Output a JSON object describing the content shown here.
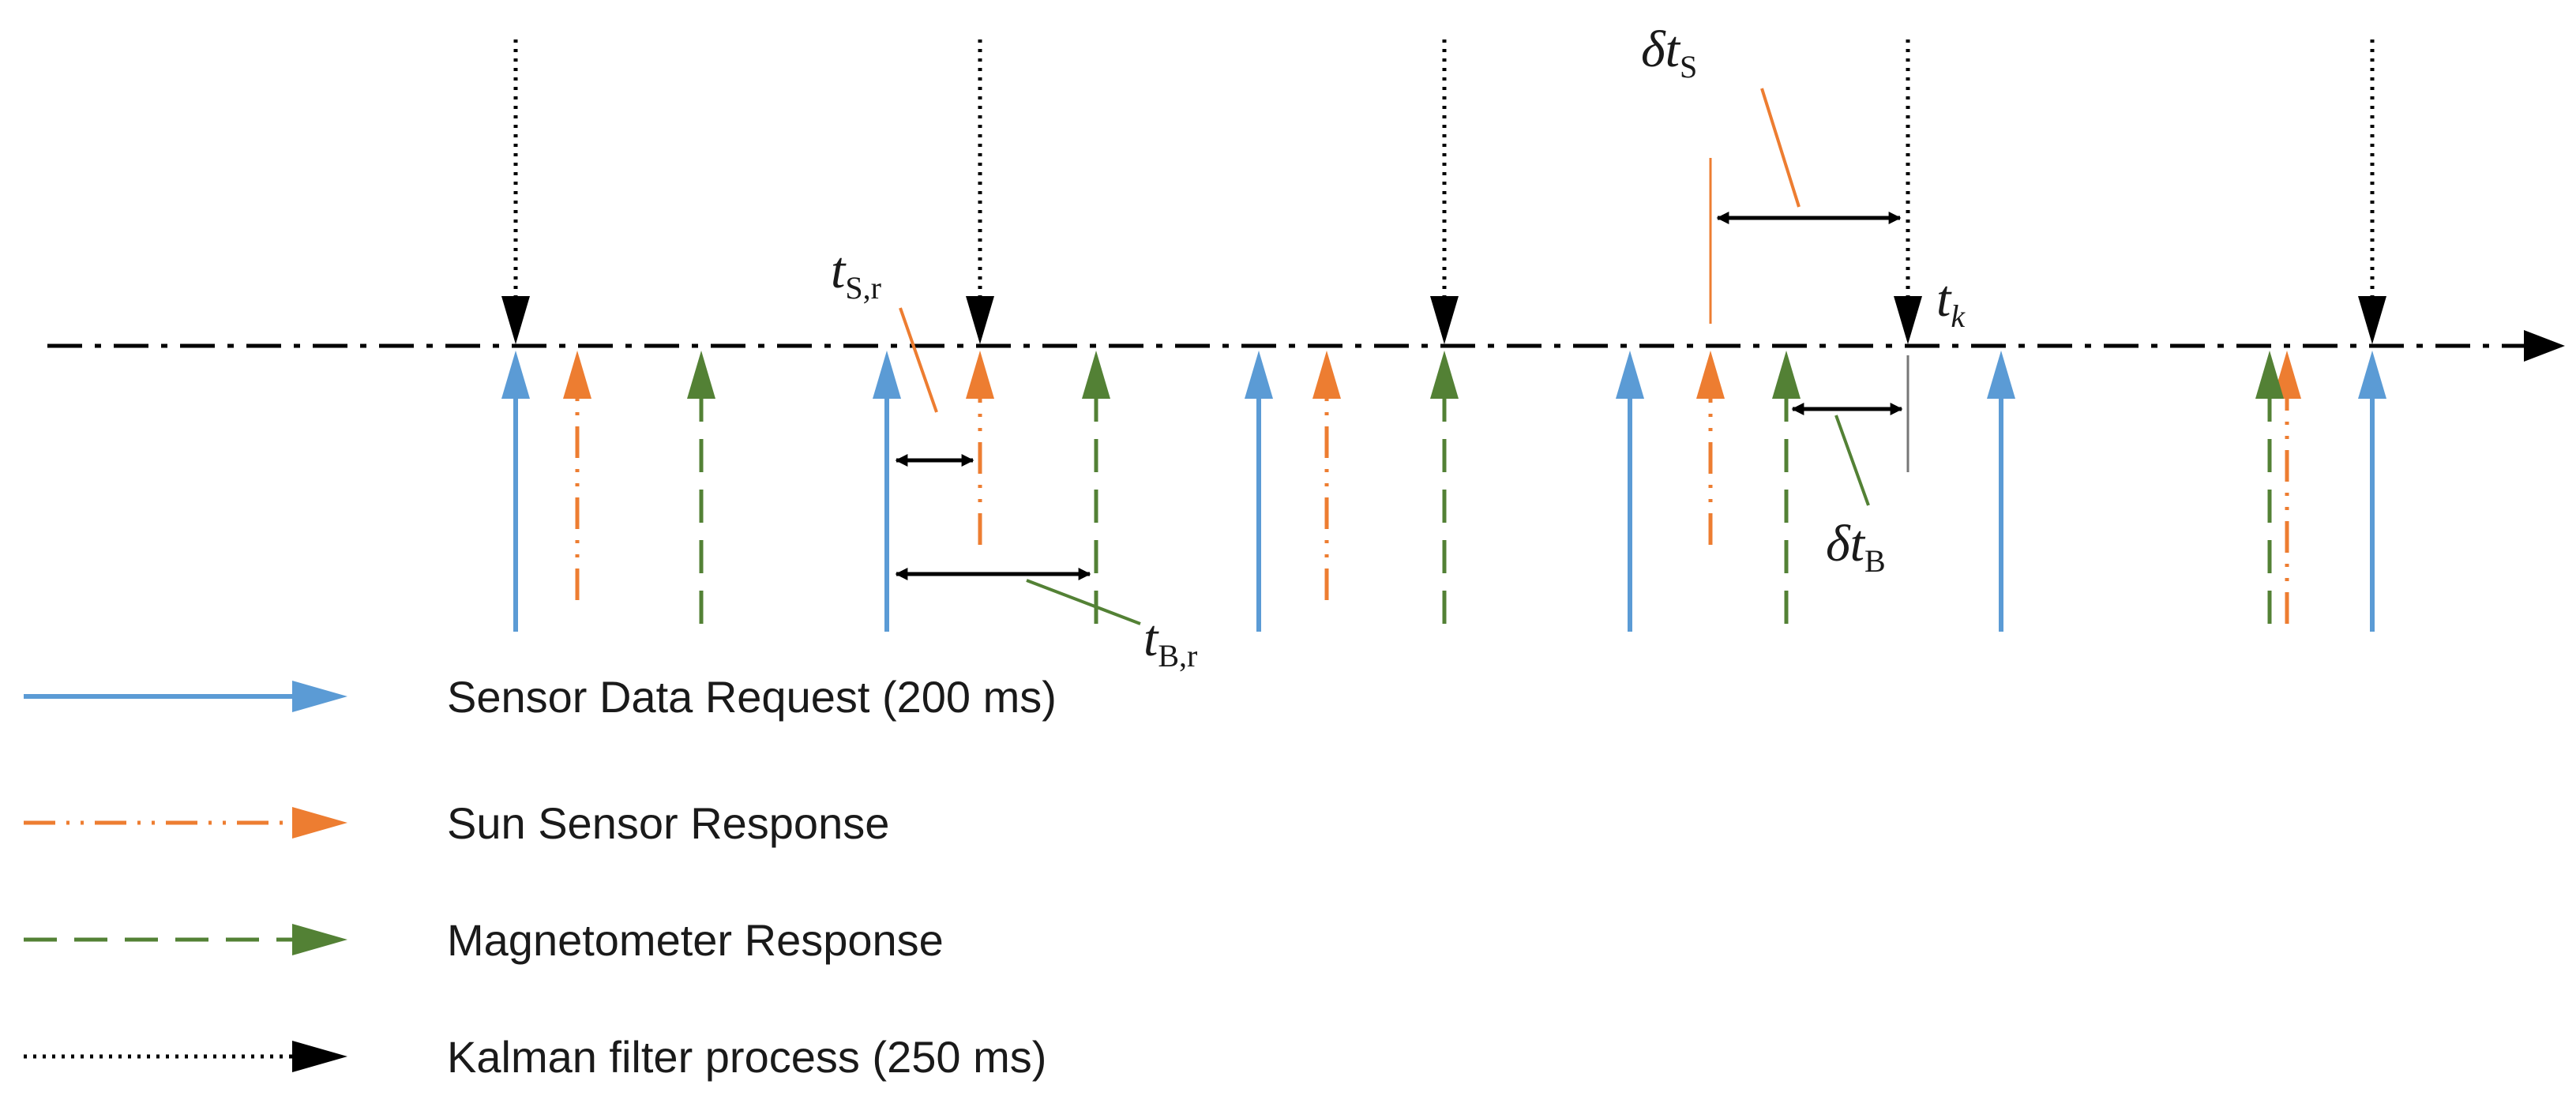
{
  "colors": {
    "request": "#5B9BD5",
    "sun": "#ED7D31",
    "magnetometer": "#538135",
    "kalman": "#000000",
    "axis": "#000000"
  },
  "legend": [
    {
      "key": "request",
      "label": "Sensor Data Request (200 ms)",
      "line_style": "solid"
    },
    {
      "key": "sun",
      "label": "Sun Sensor Response",
      "line_style": "dash-dot-dot"
    },
    {
      "key": "magnetometer",
      "label": "Magnetometer Response",
      "line_style": "dashed"
    },
    {
      "key": "kalman",
      "label": "Kalman filter process (250 ms)",
      "line_style": "dotted"
    }
  ],
  "annotations": {
    "t_S_r": {
      "main": "t",
      "sub": "S,r"
    },
    "t_B_r": {
      "main": "t",
      "sub": "B,r"
    },
    "delta_t_S": {
      "main": "δt",
      "sub": "S"
    },
    "delta_t_B": {
      "main": "δt",
      "sub": "B"
    },
    "t_k": {
      "main": "t",
      "sub": "k"
    }
  }
}
